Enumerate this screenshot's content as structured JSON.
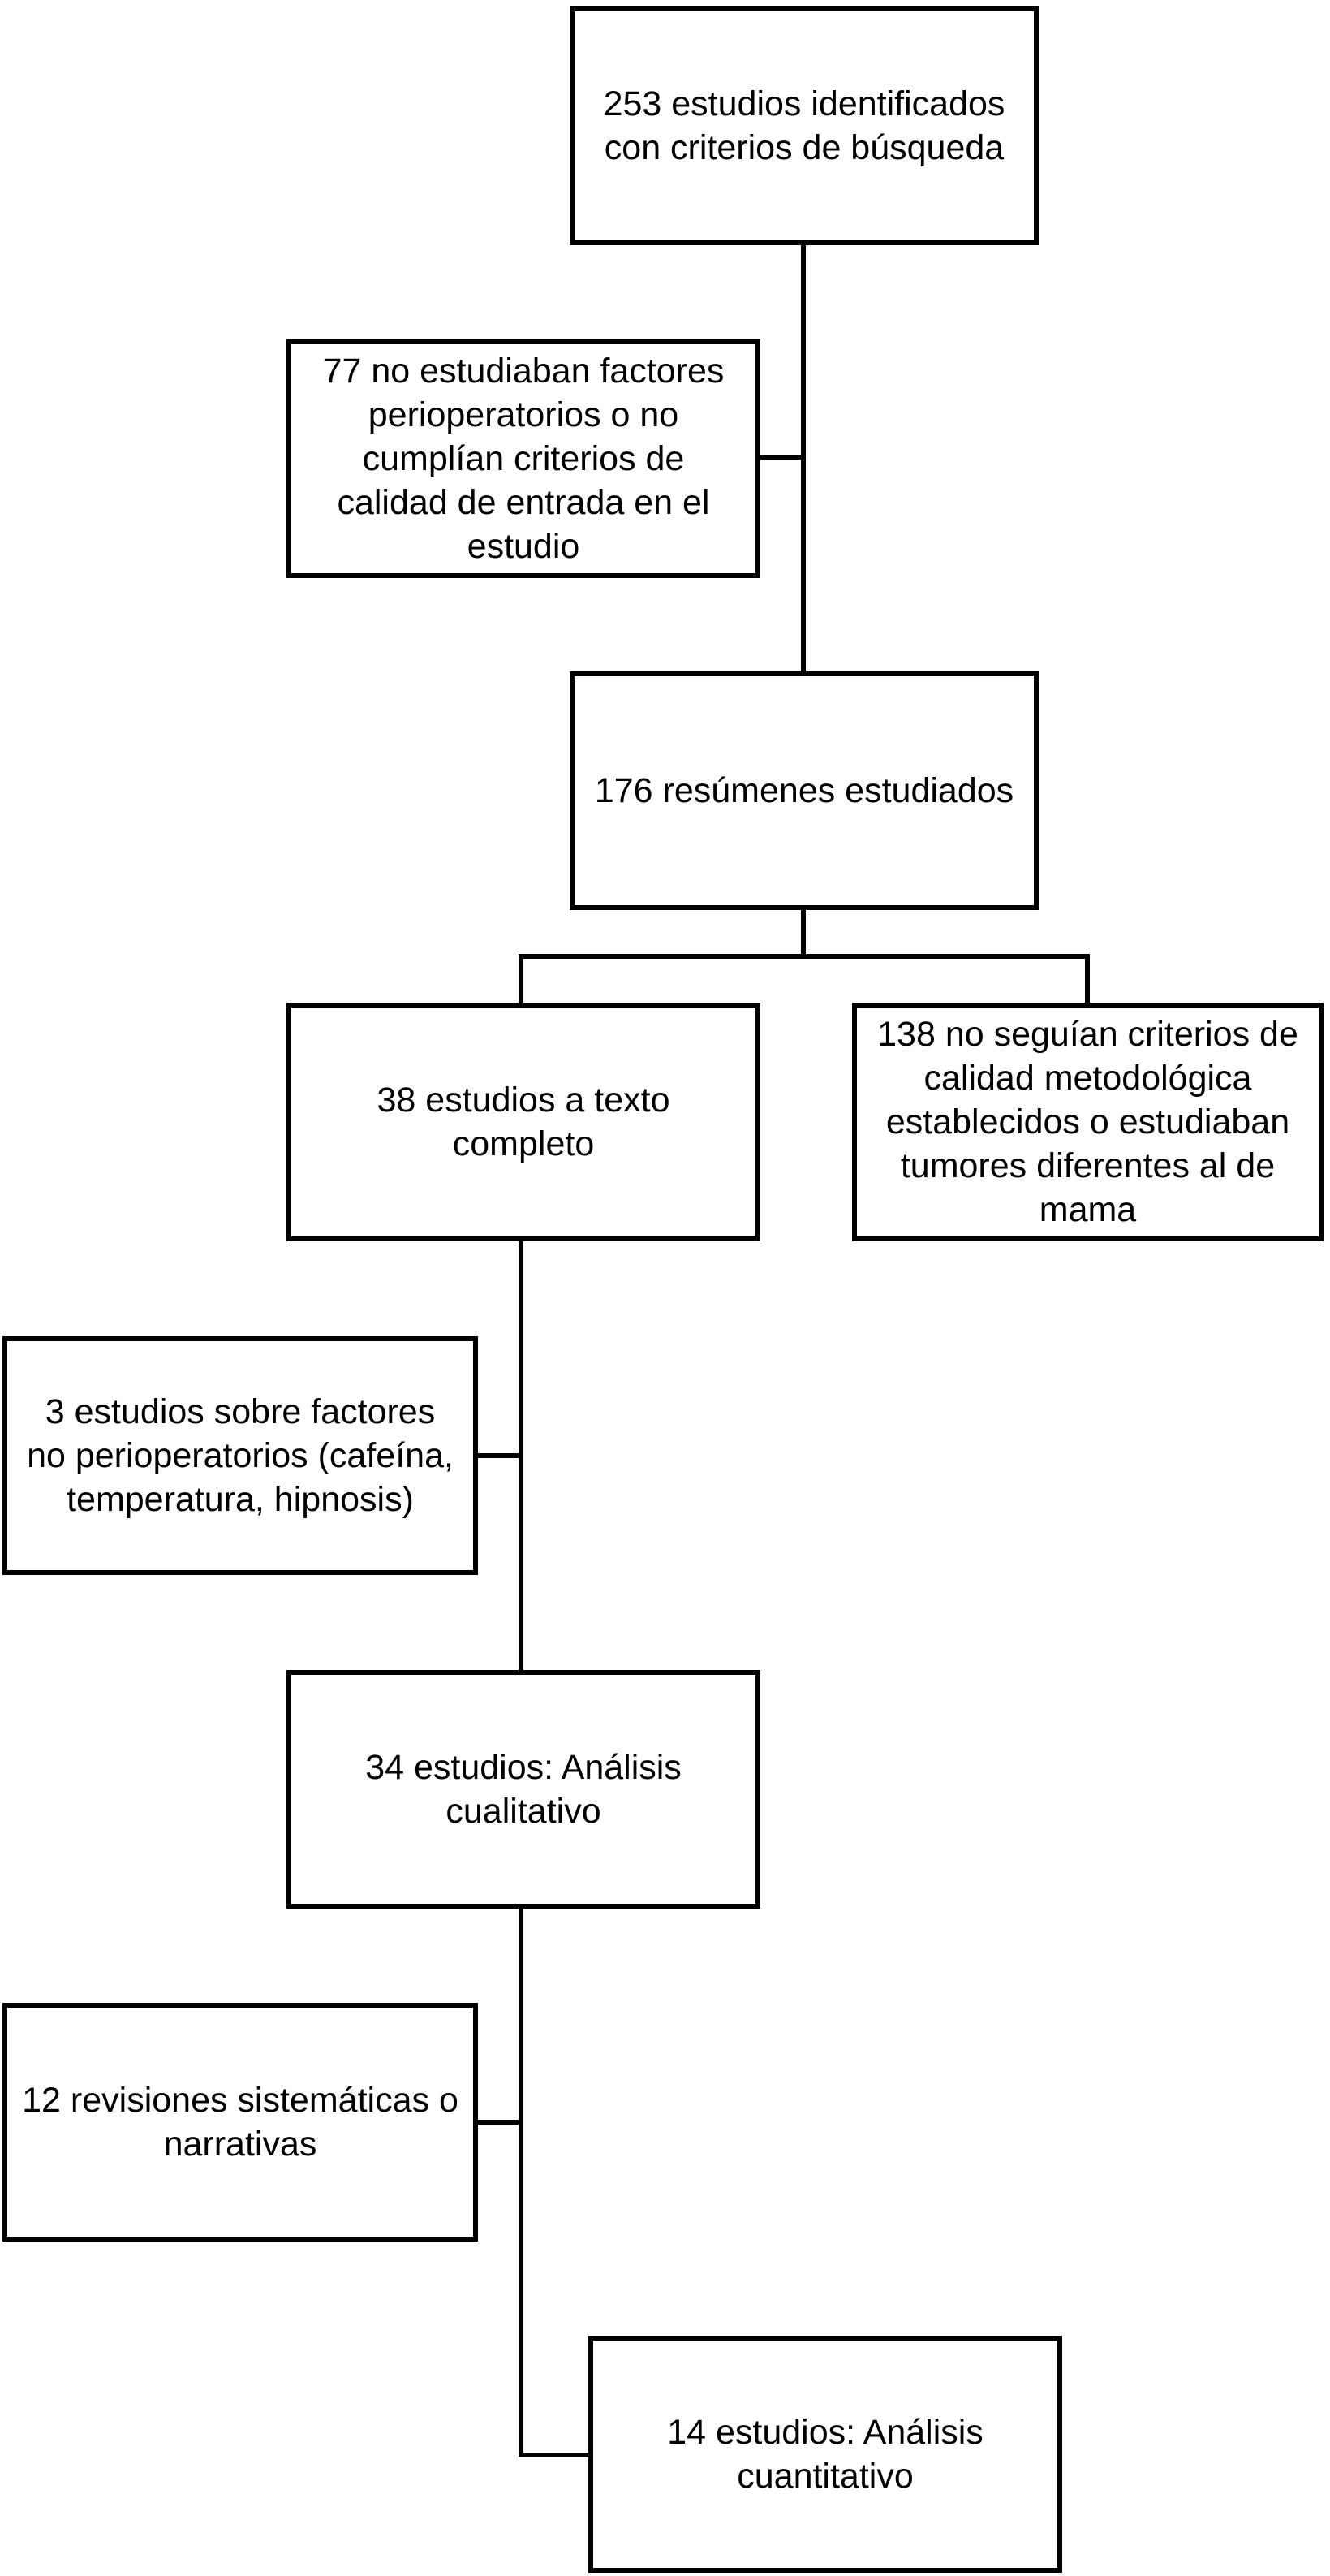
{
  "flowchart": {
    "nodes": [
      {
        "id": "identified",
        "text": "253 estudios identificados\ncon criterios de búsqueda"
      },
      {
        "id": "excluded_1",
        "text": "77 no estudiaban factores\nperioperatorios o no\ncumplían criterios de\ncalidad de entrada en el\nestudio"
      },
      {
        "id": "abstracts",
        "text": "176 resúmenes estudiados"
      },
      {
        "id": "fulltext",
        "text": "38 estudios a texto\ncompleto"
      },
      {
        "id": "excluded_2",
        "text": "138 no seguían criterios de\ncalidad metodológica\nestablecidos o estudiaban\ntumores diferentes al de\nmama"
      },
      {
        "id": "excluded_3",
        "text": "3 estudios sobre factores\nno perioperatorios (cafeína,\ntemperatura, hipnosis)"
      },
      {
        "id": "qualitative",
        "text": "34 estudios: Análisis\ncualitativo"
      },
      {
        "id": "excluded_4",
        "text": "12 revisiones sistemáticas o\nnarrativas"
      },
      {
        "id": "quantitative",
        "text": "14 estudios: Análisis\ncuantitativo"
      }
    ],
    "edges": [
      {
        "from": "identified",
        "to": "excluded_1"
      },
      {
        "from": "identified",
        "to": "abstracts"
      },
      {
        "from": "abstracts",
        "to": "fulltext"
      },
      {
        "from": "abstracts",
        "to": "excluded_2"
      },
      {
        "from": "fulltext",
        "to": "excluded_3"
      },
      {
        "from": "fulltext",
        "to": "qualitative"
      },
      {
        "from": "qualitative",
        "to": "excluded_4"
      },
      {
        "from": "qualitative",
        "to": "quantitative"
      }
    ],
    "colors": {
      "line": "#000000",
      "box_fill": "#ffffff",
      "text": "#000000"
    }
  }
}
